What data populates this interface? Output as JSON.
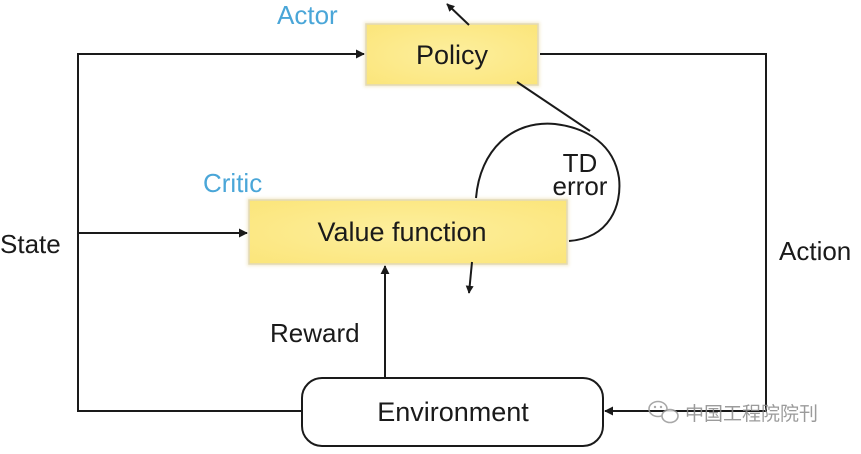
{
  "nodes": {
    "policy": "Policy",
    "value_function": "Value function",
    "environment": "Environment"
  },
  "labels": {
    "actor": "Actor",
    "critic": "Critic",
    "td_line1": "TD",
    "td_line2": "error",
    "state": "State",
    "action": "Action",
    "reward": "Reward"
  },
  "watermark": {
    "text": "中国工程院院刊",
    "icon": "wechat-icon"
  },
  "colors": {
    "box_fill": "#fbe57a",
    "box_fill_center": "#fdef9e",
    "accent_label": "#4aa6d8",
    "line": "#1a1a1a"
  }
}
